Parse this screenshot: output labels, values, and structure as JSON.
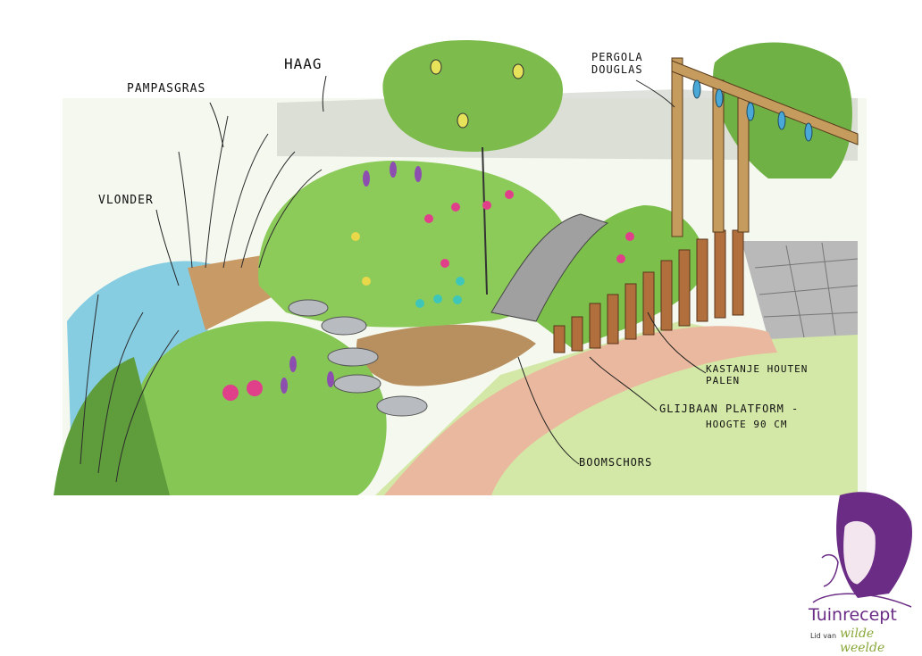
{
  "labels": {
    "haag": "HAAG",
    "pampasgras": "PAMPASGRAS",
    "vlonder": "VLONDER",
    "pergola_line1": "PERGOLA",
    "pergola_line2": "DOUGLAS",
    "kastanje_line1": "KASTANJE HOUTEN",
    "kastanje_line2": "PALEN",
    "glijbaan": "GLIJBAAN PLATFORM -",
    "hoogte": "HOOGTE 90 CM",
    "boomschors": "BOOMSCHORS"
  },
  "logo": {
    "name": "Tuinrecept",
    "member_prefix": "Lid van",
    "member_brand": "wilde weelde"
  },
  "colors": {
    "foliage": "#7bc04a",
    "foliage_dark": "#4f8f2f",
    "water": "#5bb8d6",
    "path": "#e8b69a",
    "bark": "#b58a55",
    "wood": "#a86a3a",
    "slide": "#9a9a9a",
    "flower_pink": "#e0408a",
    "flower_purple": "#8c4fb0",
    "brand_purple": "#6a2c84",
    "brand_green": "#8aa83a"
  }
}
